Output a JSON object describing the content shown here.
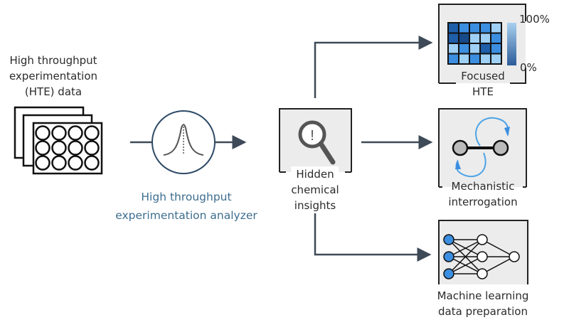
{
  "input": {
    "lines": [
      "High throughput",
      "experimentation",
      "(HTE) data"
    ]
  },
  "analyzer": {
    "lines": [
      "High throughput",
      "experimentation analyzer"
    ]
  },
  "insights": {
    "lines": [
      "Hidden",
      "chemical",
      "insights"
    ]
  },
  "outputs": {
    "focused": {
      "lines": [
        "Focused",
        "HTE"
      ],
      "scale_max": "100%",
      "scale_min": "0%",
      "heatmap_levels": [
        [
          0.9,
          0.6,
          0.6,
          0.6,
          0.3
        ],
        [
          0.9,
          1.0,
          0.3,
          0.3,
          0.6
        ],
        [
          0.3,
          0.6,
          0.3,
          0.95,
          0.6
        ],
        [
          0.6,
          0.3,
          0.6,
          0.3,
          0.3
        ]
      ]
    },
    "mechanistic": {
      "lines": [
        "Mechanistic",
        "interrogation"
      ]
    },
    "ml": {
      "lines": [
        "Machine learning",
        "data preparation"
      ]
    }
  },
  "colors": {
    "accent": "#3b8ee0",
    "line": "#3e4a57",
    "box_bg": "#ececec",
    "text_blue": "#3d6d8e"
  }
}
